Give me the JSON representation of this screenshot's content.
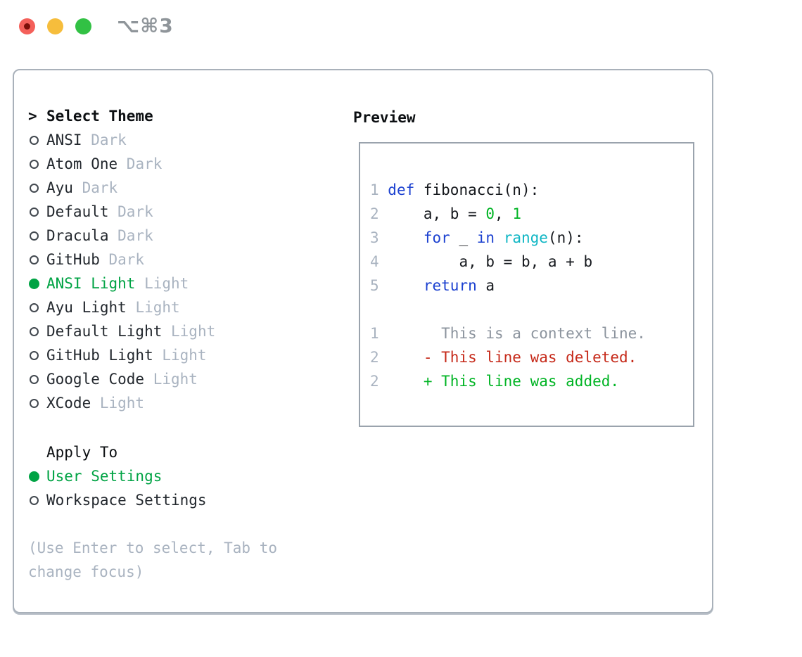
{
  "window": {
    "title": "⌥⌘3"
  },
  "theme_panel": {
    "header": {
      "pointer": ">",
      "label": "Select Theme"
    },
    "themes": [
      {
        "name": "ANSI",
        "variant": "Dark",
        "selected": false
      },
      {
        "name": "Atom One",
        "variant": "Dark",
        "selected": false
      },
      {
        "name": "Ayu",
        "variant": "Dark",
        "selected": false
      },
      {
        "name": "Default",
        "variant": "Dark",
        "selected": false
      },
      {
        "name": "Dracula",
        "variant": "Dark",
        "selected": false
      },
      {
        "name": "GitHub",
        "variant": "Dark",
        "selected": false
      },
      {
        "name": "ANSI Light",
        "variant": "Light",
        "selected": true
      },
      {
        "name": "Ayu Light",
        "variant": "Light",
        "selected": false
      },
      {
        "name": "Default Light",
        "variant": "Light",
        "selected": false
      },
      {
        "name": "GitHub Light",
        "variant": "Light",
        "selected": false
      },
      {
        "name": "Google Code",
        "variant": "Light",
        "selected": false
      },
      {
        "name": "XCode",
        "variant": "Light",
        "selected": false
      }
    ],
    "apply_to": {
      "label": "Apply To",
      "options": [
        {
          "name": "User Settings",
          "selected": true
        },
        {
          "name": "Workspace Settings",
          "selected": false
        }
      ]
    },
    "help_text": "(Use Enter to select, Tab to change focus)"
  },
  "preview": {
    "label": "Preview",
    "code_lines": [
      {
        "num": "1",
        "tokens": [
          {
            "t": "def",
            "c": "kw"
          },
          {
            "t": " fibonacci(n):",
            "c": "plain"
          }
        ]
      },
      {
        "num": "2",
        "tokens": [
          {
            "t": "    a, b = ",
            "c": "plain"
          },
          {
            "t": "0",
            "c": "num"
          },
          {
            "t": ", ",
            "c": "plain"
          },
          {
            "t": "1",
            "c": "num"
          }
        ]
      },
      {
        "num": "3",
        "tokens": [
          {
            "t": "    ",
            "c": "plain"
          },
          {
            "t": "for",
            "c": "kw"
          },
          {
            "t": " _ ",
            "c": "plain"
          },
          {
            "t": "in",
            "c": "kw"
          },
          {
            "t": " ",
            "c": "plain"
          },
          {
            "t": "range",
            "c": "fn"
          },
          {
            "t": "(n):",
            "c": "plain"
          }
        ]
      },
      {
        "num": "4",
        "tokens": [
          {
            "t": "        a, b = b, a + b",
            "c": "plain"
          }
        ]
      },
      {
        "num": "5",
        "tokens": [
          {
            "t": "    ",
            "c": "plain"
          },
          {
            "t": "return",
            "c": "kw"
          },
          {
            "t": " a",
            "c": "plain"
          }
        ]
      },
      {
        "num": "",
        "tokens": []
      },
      {
        "num": "1",
        "tokens": [
          {
            "t": "      This is a context line.",
            "c": "ctx"
          }
        ]
      },
      {
        "num": "2",
        "tokens": [
          {
            "t": "    - This line was deleted.",
            "c": "del"
          }
        ]
      },
      {
        "num": "2",
        "tokens": [
          {
            "t": "    + This line was added.",
            "c": "add"
          }
        ]
      }
    ]
  },
  "colors": {
    "accent_green": "#00a344",
    "muted_gray": "#a9b3c0",
    "text_dark": "#23282e",
    "border_gray": "#a9b1ba",
    "code_blue": "#1c41d0",
    "code_cyan": "#0fb6c4",
    "code_green": "#00b424",
    "code_red": "#c62a1a",
    "context_gray": "#8b939d",
    "title_gray": "#8f959a",
    "traffic_red": "#f4605a",
    "traffic_yellow": "#f6bd3c",
    "traffic_green": "#32c144"
  }
}
